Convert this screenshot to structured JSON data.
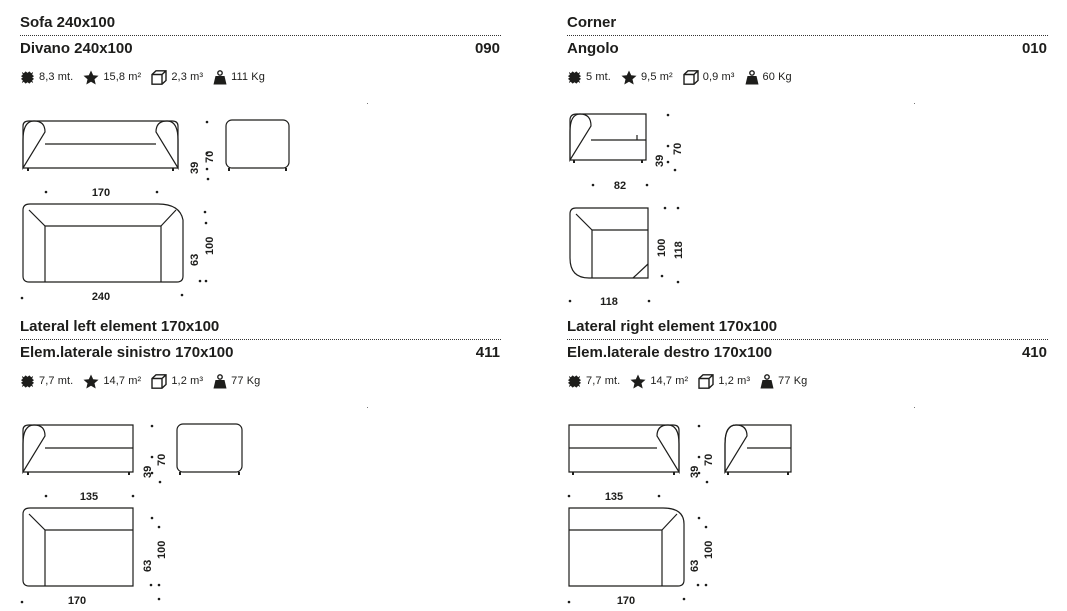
{
  "products": [
    {
      "title_en": "Sofa 240x100",
      "title_it": "Divano 240x100",
      "code": "090",
      "specs": {
        "length": "8,3 mt.",
        "area": "15,8 m²",
        "volume": "2,3 m³",
        "weight": "111 Kg"
      },
      "dims": {
        "front_width": "170",
        "depth": "100",
        "seat_depth": "63",
        "width": "240",
        "seat_height": "39",
        "height": "70"
      }
    },
    {
      "title_en": "Corner",
      "title_it": "Angolo",
      "code": "010",
      "specs": {
        "length": "5 mt.",
        "area": "9,5 m²",
        "volume": "0,9 m³",
        "weight": "60 Kg"
      },
      "dims": {
        "front_width": "82",
        "depth": "100",
        "seat_depth": "118",
        "width": "118",
        "seat_height": "39",
        "height": "70"
      }
    },
    {
      "title_en": "Lateral left element 170x100",
      "title_it": "Elem.laterale sinistro 170x100",
      "code": "411",
      "specs": {
        "length": "7,7 mt.",
        "area": "14,7 m²",
        "volume": "1,2 m³",
        "weight": "77 Kg"
      },
      "dims": {
        "front_width": "135",
        "depth": "100",
        "seat_depth": "63",
        "width": "170",
        "seat_height": "39",
        "height": "70"
      }
    },
    {
      "title_en": "Lateral right element 170x100",
      "title_it": "Elem.laterale destro 170x100",
      "code": "410",
      "specs": {
        "length": "7,7 mt.",
        "area": "14,7 m²",
        "volume": "1,2 m³",
        "weight": "77 Kg"
      },
      "dims": {
        "front_width": "135",
        "depth": "100",
        "seat_depth": "63",
        "width": "170",
        "seat_height": "39",
        "height": "70"
      }
    }
  ],
  "icons": [
    "leather-hide-icon",
    "star-area-icon",
    "cube-volume-icon",
    "weight-icon"
  ],
  "colors": {
    "ink": "#1d1d1b",
    "background": "#ffffff"
  }
}
